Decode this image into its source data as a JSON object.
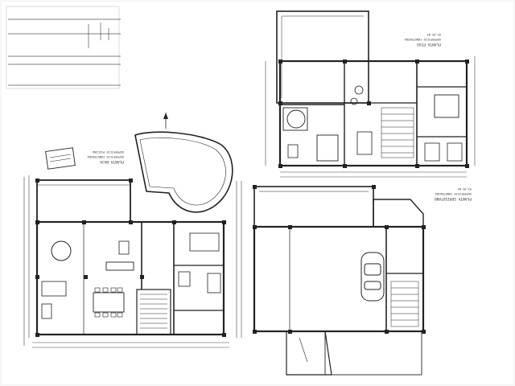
{
  "colors": {
    "ink": "#2a2a2a",
    "paper": "#ffffff",
    "hatch": "#bdbdbd"
  },
  "title_block": {
    "lines": [
      "",
      "",
      ""
    ]
  },
  "plans": {
    "ground_floor": {
      "title": "PLANTA BAJA",
      "subtitle_1": "SUPERFICIE CONSTRUIDA",
      "subtitle_2": "SUPERFICIE PISCINA"
    },
    "upper_floor": {
      "title": "PLANTA PISO",
      "subtitle_1": "SUPERFICIE CONSTRUIDA",
      "area": "93,95 m2"
    },
    "basement": {
      "title": "PLANTA SEMISOTANO",
      "subtitle_1": "SUPERFICIE CONSTRUIDA",
      "area": "93,95 m2"
    }
  },
  "icons": [
    "north-arrow-icon",
    "car-icon"
  ]
}
